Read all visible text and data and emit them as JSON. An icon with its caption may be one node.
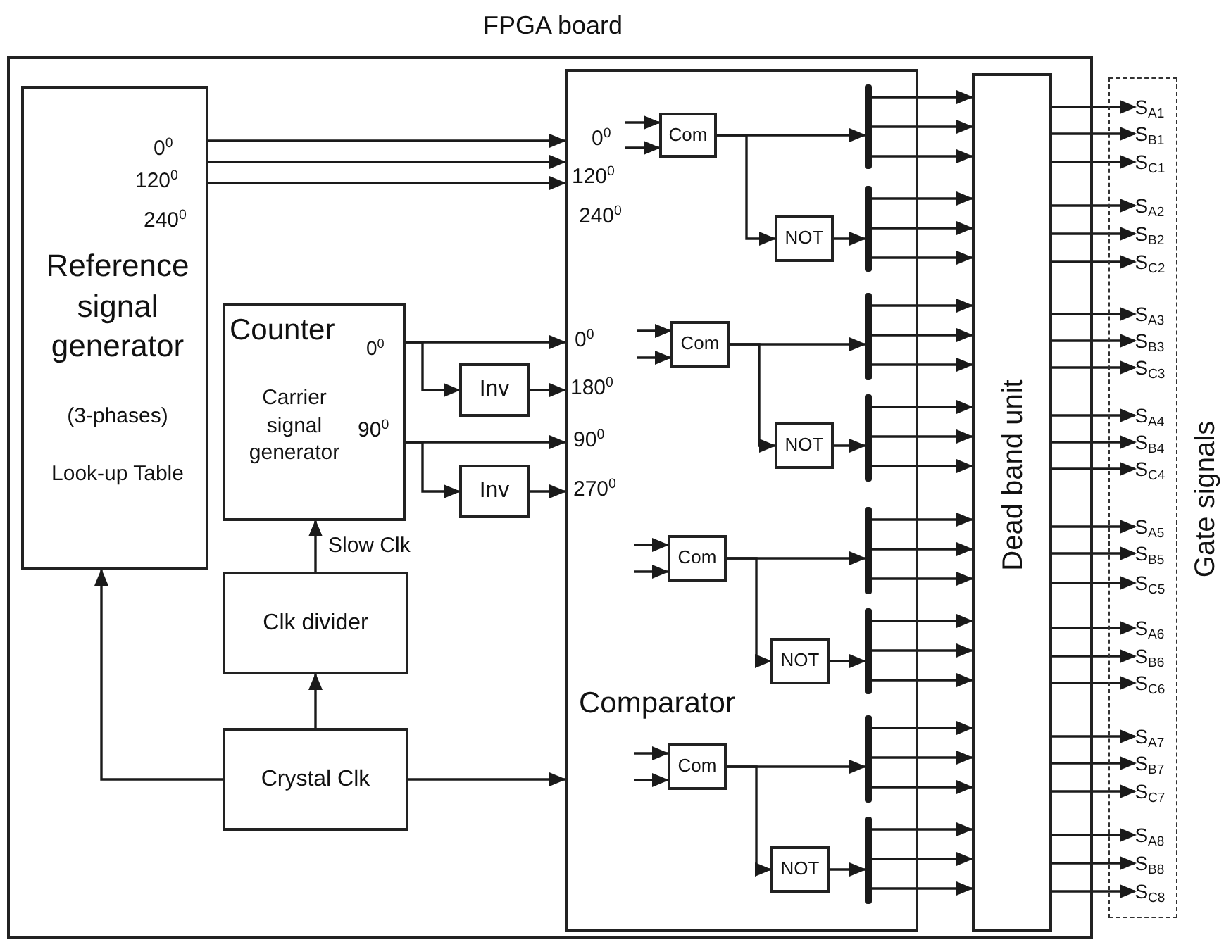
{
  "diagram": {
    "nodes": [
      {
        "text": [
          "FPGA board"
        ]
      },
      {
        "text": [
          "0$^{0}$",
          "120$^{0}$",
          "240$^{0}$",
          "Reference signal generator",
          "(3-phases)",
          "Look-up Table"
        ],
        "in": 0
      },
      {
        "text": [
          "Counter",
          "0$^{0}$",
          "Carrier signal generator",
          "90$^{0}$"
        ],
        "in": 0
      },
      {
        "text": [
          "Inv"
        ],
        "in": 0
      },
      {
        "text": [
          "Inv"
        ],
        "in": 0
      },
      {
        "text": [
          "Clk divider"
        ],
        "in": 0
      },
      {
        "text": [
          "Crystal Clk"
        ],
        "in": 0
      },
      {
        "text": [
          "Comparator"
        ],
        "in": 0
      },
      {
        "text": [
          "Com"
        ],
        "in": 7
      },
      {
        "text": [
          "NOT"
        ],
        "in": 7
      },
      {
        "text": [
          "Com"
        ],
        "in": 7
      },
      {
        "text": [
          "NOT"
        ],
        "in": 7
      },
      {
        "text": [
          "Com"
        ],
        "in": 7
      },
      {
        "text": [
          "NOT"
        ],
        "in": 7
      },
      {
        "text": [
          "Com"
        ],
        "in": 7
      },
      {
        "text": [
          "NOT"
        ],
        "in": 7
      },
      {
        "text": [],
        "shape": "bar",
        "in": 7
      },
      {
        "text": [],
        "shape": "bar",
        "in": 7
      },
      {
        "text": [],
        "shape": "bar",
        "in": 7
      },
      {
        "text": [],
        "shape": "bar",
        "in": 7
      },
      {
        "text": [],
        "shape": "bar",
        "in": 7
      },
      {
        "text": [],
        "shape": "bar",
        "in": 7
      },
      {
        "text": [],
        "shape": "bar",
        "in": 7
      },
      {
        "text": [],
        "shape": "bar",
        "in": 7
      },
      {
        "text": [
          "Dead band unit"
        ],
        "in": 0
      },
      {
        "text": [
          "Gate signals"
        ]
      },
      {
        "text": [
          "S$_{A1}$"
        ],
        "in": 25
      },
      {
        "text": [
          "S$_{B1}$"
        ],
        "in": 25
      },
      {
        "text": [
          "S$_{C1}$"
        ],
        "in": 25
      },
      {
        "text": [
          "S$_{A2}$"
        ],
        "in": 25
      },
      {
        "text": [
          "S$_{B2}$"
        ],
        "in": 25
      },
      {
        "text": [
          "S$_{C2}$"
        ],
        "in": 25
      },
      {
        "text": [
          "S$_{A3}$"
        ],
        "in": 25
      },
      {
        "text": [
          "S$_{B3}$"
        ],
        "in": 25
      },
      {
        "text": [
          "S$_{C3}$"
        ],
        "in": 25
      },
      {
        "text": [
          "S$_{A4}$"
        ],
        "in": 25
      },
      {
        "text": [
          "S$_{B4}$"
        ],
        "in": 25
      },
      {
        "text": [
          "S$_{C4}$"
        ],
        "in": 25
      },
      {
        "text": [
          "S$_{A5}$"
        ],
        "in": 25
      },
      {
        "text": [
          "S$_{B5}$"
        ],
        "in": 25
      },
      {
        "text": [
          "S$_{C5}$"
        ],
        "in": 25
      },
      {
        "text": [
          "S$_{A6}$"
        ],
        "in": 25
      },
      {
        "text": [
          "S$_{B6}$"
        ],
        "in": 25
      },
      {
        "text": [
          "S$_{C6}$"
        ],
        "in": 25
      },
      {
        "text": [
          "S$_{A7}$"
        ],
        "in": 25
      },
      {
        "text": [
          "S$_{B7}$"
        ],
        "in": 25
      },
      {
        "text": [
          "S$_{C7}$"
        ],
        "in": 25
      },
      {
        "text": [
          "S$_{A8}$"
        ],
        "in": 25
      },
      {
        "text": [
          "S$_{B8}$"
        ],
        "in": 25
      },
      {
        "text": [
          "S$_{C8}$"
        ],
        "in": 25
      }
    ],
    "edges": [
      {
        "from": 1,
        "to": 7,
        "arrow": "to",
        "label": "0$^{0}$"
      },
      {
        "from": 1,
        "to": 7,
        "arrow": "to",
        "label": "120$^{0}$"
      },
      {
        "from": 1,
        "to": 7,
        "arrow": "to",
        "label": "240$^{0}$"
      },
      {
        "from": 2,
        "to": 7,
        "arrow": "to",
        "label": "0$^{0}$"
      },
      {
        "from": 2,
        "to": 3,
        "arrow": "to"
      },
      {
        "from": 3,
        "to": 7,
        "arrow": "to",
        "label": "180$^{0}$"
      },
      {
        "from": 2,
        "to": 7,
        "arrow": "to",
        "label": "90$^{0}$"
      },
      {
        "from": 2,
        "to": 4,
        "arrow": "to"
      },
      {
        "from": 4,
        "to": 7,
        "arrow": "to",
        "label": "270$^{0}$"
      },
      {
        "from": 6,
        "to": 1,
        "arrow": "to"
      },
      {
        "from": 6,
        "to": 5,
        "arrow": "to"
      },
      {
        "from": 5,
        "to": 2,
        "arrow": "to",
        "label": "Slow Clk"
      },
      {
        "from": 6,
        "to": 7,
        "arrow": "to"
      },
      {
        "from": null,
        "to": 8,
        "arrow": "to"
      },
      {
        "from": null,
        "to": 8,
        "arrow": "to"
      },
      {
        "from": 8,
        "to": 9,
        "arrow": "to"
      },
      {
        "from": 8,
        "to": 16,
        "arrow": "to"
      },
      {
        "from": 9,
        "to": 17,
        "arrow": "to"
      },
      {
        "from": null,
        "to": 10,
        "arrow": "to"
      },
      {
        "from": null,
        "to": 10,
        "arrow": "to"
      },
      {
        "from": 10,
        "to": 11,
        "arrow": "to"
      },
      {
        "from": 10,
        "to": 18,
        "arrow": "to"
      },
      {
        "from": 11,
        "to": 19,
        "arrow": "to"
      },
      {
        "from": null,
        "to": 12,
        "arrow": "to"
      },
      {
        "from": null,
        "to": 12,
        "arrow": "to"
      },
      {
        "from": 12,
        "to": 13,
        "arrow": "to"
      },
      {
        "from": 12,
        "to": 20,
        "arrow": "to"
      },
      {
        "from": 13,
        "to": 21,
        "arrow": "to"
      },
      {
        "from": null,
        "to": 14,
        "arrow": "to"
      },
      {
        "from": null,
        "to": 14,
        "arrow": "to"
      },
      {
        "from": 14,
        "to": 15,
        "arrow": "to"
      },
      {
        "from": 14,
        "to": 22,
        "arrow": "to"
      },
      {
        "from": 15,
        "to": 23,
        "arrow": "to"
      },
      {
        "from": 16,
        "to": 24,
        "arrow": "to"
      },
      {
        "from": 16,
        "to": 24,
        "arrow": "to"
      },
      {
        "from": 16,
        "to": 24,
        "arrow": "to"
      },
      {
        "from": 17,
        "to": 24,
        "arrow": "to"
      },
      {
        "from": 17,
        "to": 24,
        "arrow": "to"
      },
      {
        "from": 17,
        "to": 24,
        "arrow": "to"
      },
      {
        "from": 18,
        "to": 24,
        "arrow": "to"
      },
      {
        "from": 18,
        "to": 24,
        "arrow": "to"
      },
      {
        "from": 18,
        "to": 24,
        "arrow": "to"
      },
      {
        "from": 19,
        "to": 24,
        "arrow": "to"
      },
      {
        "from": 19,
        "to": 24,
        "arrow": "to"
      },
      {
        "from": 19,
        "to": 24,
        "arrow": "to"
      },
      {
        "from": 20,
        "to": 24,
        "arrow": "to"
      },
      {
        "from": 20,
        "to": 24,
        "arrow": "to"
      },
      {
        "from": 20,
        "to": 24,
        "arrow": "to"
      },
      {
        "from": 21,
        "to": 24,
        "arrow": "to"
      },
      {
        "from": 21,
        "to": 24,
        "arrow": "to"
      },
      {
        "from": 21,
        "to": 24,
        "arrow": "to"
      },
      {
        "from": 22,
        "to": 24,
        "arrow": "to"
      },
      {
        "from": 22,
        "to": 24,
        "arrow": "to"
      },
      {
        "from": 22,
        "to": 24,
        "arrow": "to"
      },
      {
        "from": 23,
        "to": 24,
        "arrow": "to"
      },
      {
        "from": 23,
        "to": 24,
        "arrow": "to"
      },
      {
        "from": 23,
        "to": 24,
        "arrow": "to"
      },
      {
        "from": 24,
        "to": 26,
        "arrow": "to"
      },
      {
        "from": 24,
        "to": 27,
        "arrow": "to"
      },
      {
        "from": 24,
        "to": 28,
        "arrow": "to"
      },
      {
        "from": 24,
        "to": 29,
        "arrow": "to"
      },
      {
        "from": 24,
        "to": 30,
        "arrow": "to"
      },
      {
        "from": 24,
        "to": 31,
        "arrow": "to"
      },
      {
        "from": 24,
        "to": 32,
        "arrow": "to"
      },
      {
        "from": 24,
        "to": 33,
        "arrow": "to"
      },
      {
        "from": 24,
        "to": 34,
        "arrow": "to"
      },
      {
        "from": 24,
        "to": 35,
        "arrow": "to"
      },
      {
        "from": 24,
        "to": 36,
        "arrow": "to"
      },
      {
        "from": 24,
        "to": 37,
        "arrow": "to"
      },
      {
        "from": 24,
        "to": 38,
        "arrow": "to"
      },
      {
        "from": 24,
        "to": 39,
        "arrow": "to"
      },
      {
        "from": 24,
        "to": 40,
        "arrow": "to"
      },
      {
        "from": 24,
        "to": 41,
        "arrow": "to"
      },
      {
        "from": 24,
        "to": 42,
        "arrow": "to"
      },
      {
        "from": 24,
        "to": 43,
        "arrow": "to"
      },
      {
        "from": 24,
        "to": 44,
        "arrow": "to"
      },
      {
        "from": 24,
        "to": 45,
        "arrow": "to"
      },
      {
        "from": 24,
        "to": 46,
        "arrow": "to"
      },
      {
        "from": 24,
        "to": 47,
        "arrow": "to"
      },
      {
        "from": 24,
        "to": 48,
        "arrow": "to"
      },
      {
        "from": 24,
        "to": 49,
        "arrow": "to"
      }
    ]
  }
}
